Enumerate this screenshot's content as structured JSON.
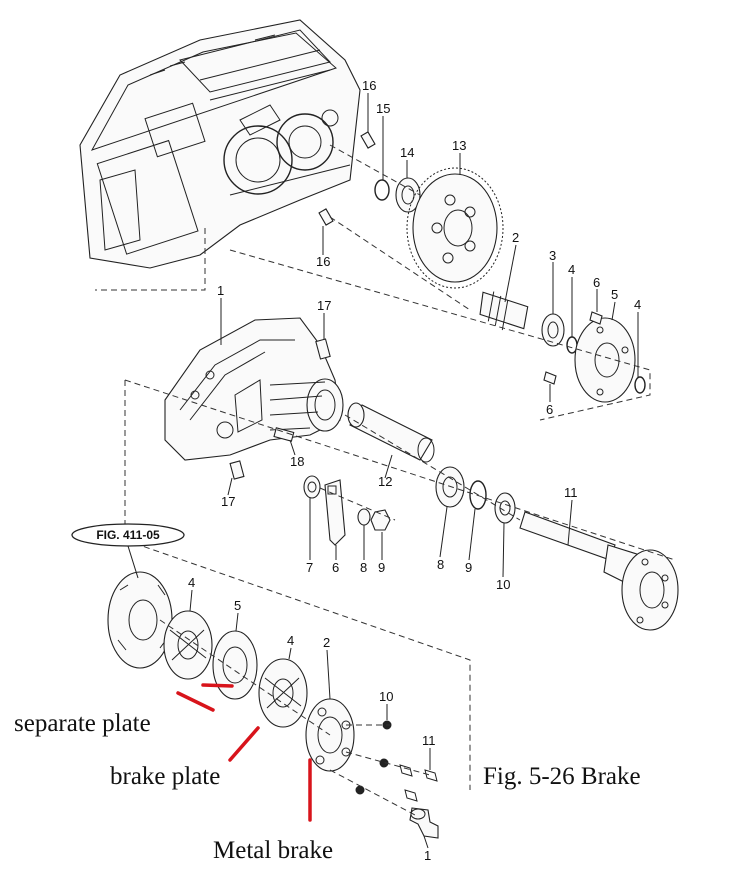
{
  "figure_caption": "Fig. 5-26 Brake",
  "figure_reference": "FIG. 411-05",
  "annotations": {
    "separate_plate": "separate plate",
    "brake_plate": "brake plate",
    "metal_brake": "Metal brake"
  },
  "colors": {
    "annotation_leader": "#d8141b",
    "line_art": "#222222"
  },
  "callouts": {
    "c16_top": "16",
    "c15": "15",
    "c14": "14",
    "c13": "13",
    "c16_low": "16",
    "c2_upper": "2",
    "c3": "3",
    "c4_upper_a": "4",
    "c6_upper_a": "6",
    "c5_upper": "5",
    "c4_upper_b": "4",
    "c1_upper": "1",
    "c17_upper": "17",
    "c6_upper_b": "6",
    "c18": "18",
    "c12": "12",
    "c17_lower": "17",
    "c7": "7",
    "c6_mid": "6",
    "c8_mid": "8",
    "c9_mid": "9",
    "c8_right": "8",
    "c9_right": "9",
    "c10_right": "10",
    "c11_right": "11",
    "c4_lower_a": "4",
    "c5_lower": "5",
    "c4_lower_b": "4",
    "c2_lower": "2",
    "c10_lower": "10",
    "c11_lower": "11",
    "c1_lower": "1"
  }
}
